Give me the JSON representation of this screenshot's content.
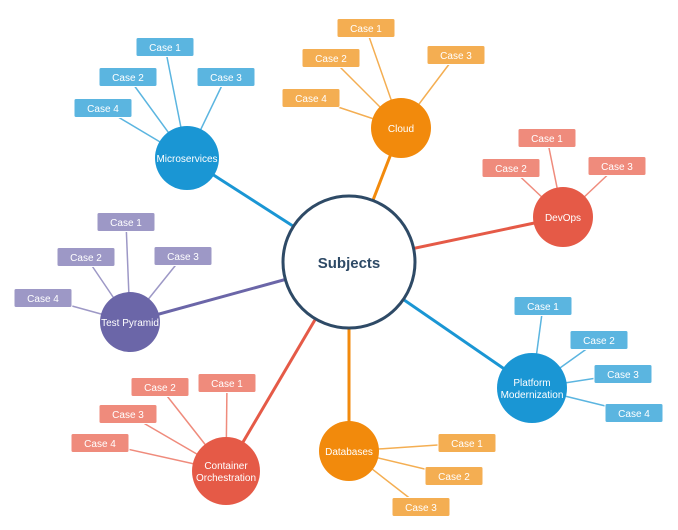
{
  "root": {
    "label": "Subjects"
  },
  "colors": {
    "root_border": "#2e4a66",
    "root_text": "#2e4a66",
    "blue": "#1a96d4",
    "blue_leaf": "#5bb5e0",
    "orange": "#f28a0c",
    "orange_leaf": "#f4ae52",
    "red": "#e55a47",
    "red_leaf": "#ef8b7c",
    "purple": "#6b66a8",
    "purple_leaf": "#9d98c6"
  },
  "topics": [
    {
      "id": "microservices",
      "lines": [
        "Microservices"
      ],
      "color": "blue",
      "leaf_color": "blue_leaf",
      "cases": [
        "Case 1",
        "Case 2",
        "Case 3",
        "Case 4"
      ]
    },
    {
      "id": "cloud",
      "lines": [
        "Cloud"
      ],
      "color": "orange",
      "leaf_color": "orange_leaf",
      "cases": [
        "Case 1",
        "Case 2",
        "Case 3",
        "Case 4"
      ]
    },
    {
      "id": "devops",
      "lines": [
        "DevOps"
      ],
      "color": "red",
      "leaf_color": "red_leaf",
      "cases": [
        "Case 1",
        "Case 2",
        "Case 3"
      ]
    },
    {
      "id": "test-pyramid",
      "lines": [
        "Test Pyramid"
      ],
      "color": "purple",
      "leaf_color": "purple_leaf",
      "cases": [
        "Case 1",
        "Case 2",
        "Case 3",
        "Case 4"
      ]
    },
    {
      "id": "platform-modernization",
      "lines": [
        "Platform",
        "Modernization"
      ],
      "color": "blue",
      "leaf_color": "blue_leaf",
      "cases": [
        "Case 1",
        "Case 2",
        "Case 3",
        "Case 4"
      ]
    },
    {
      "id": "databases",
      "lines": [
        "Databases"
      ],
      "color": "orange",
      "leaf_color": "orange_leaf",
      "cases": [
        "Case 1",
        "Case 2",
        "Case 3"
      ]
    },
    {
      "id": "container-orchestration",
      "lines": [
        "Container",
        "Orchestration"
      ],
      "color": "red",
      "leaf_color": "red_leaf",
      "cases": [
        "Case 1",
        "Case 2",
        "Case 3",
        "Case 4"
      ]
    }
  ]
}
